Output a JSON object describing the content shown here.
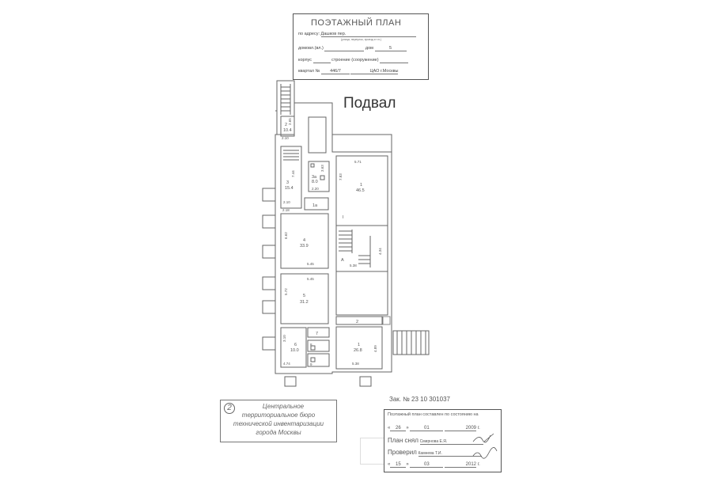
{
  "header_stamp": {
    "title": "ПОЭТАЖНЫЙ ПЛАН",
    "address_label": "по адресу:",
    "address_value": "Дашков пер.",
    "address_hint": "(улица, переулок, проезд и т.п.)",
    "estate_label": "домовл.(вл.)",
    "house_label": "дом",
    "house_value": "5",
    "building_label": "корпус",
    "structure_label": "строение (сооружение)",
    "quarter_label": "квартал №",
    "quarter_value": "446/7",
    "district_value": "ЦАО г.Москвы"
  },
  "floor_title": "Подвал",
  "rooms": {
    "r2_num": "2",
    "r2_area": "10.4",
    "r2_w": "2.10",
    "r2_h": "2.65",
    "r3_num": "3",
    "r3_area": "15.4",
    "r3_h": "7.44",
    "r3_w": "2.10",
    "r3a_num": "3а",
    "r3a_area": "8.0",
    "r3a_h": "3.63",
    "r3a_w": "2.20",
    "r1a_num": "1а",
    "d_218": "2.18",
    "r1_num": "1",
    "r1_area": "46.5",
    "r1_w": "5.71",
    "r1_h": "7.83",
    "r4_num": "4",
    "r4_area": "33.9",
    "r4_h": "6.62",
    "r4_w": "5.45",
    "r5_num": "5",
    "r5_area": "31.2",
    "r5_h": "5.72",
    "r5_w": "5.45",
    "stair_num": "I",
    "stair_a": "А",
    "stair_w": "5.38",
    "stair_h": "4.34",
    "rII_num": "2",
    "r6_num": "6",
    "r6_area": "10.0",
    "r6_h": "4.74",
    "r6_w": "3.10",
    "r7_num": "7",
    "r8_num": "8",
    "r9_num": "9",
    "rb1_num": "1",
    "rb1_area": "26.8",
    "rb1_h": "4.89",
    "rb1_w": "5.38"
  },
  "bureau_stamp": {
    "number": "2",
    "lines": [
      "Центральное",
      "территориальное бюро",
      "технической инвентаризации",
      "города Москвы"
    ]
  },
  "order_number": "Зак. № 23 10 301037",
  "bottom_stamp": {
    "heading": "Поэтажный план составлен по состоянию на",
    "date1_day": "26",
    "date1_month": "01",
    "date1_year": "2009",
    "year_suffix": "г.",
    "drawn_label": "План снял",
    "drawn_by": "Смирнова Е.Я.",
    "checked_label": "Проверил",
    "checked_by": "Камнева Т.И.",
    "date2_day": "15",
    "date2_month": "03",
    "date2_year": "2012"
  }
}
